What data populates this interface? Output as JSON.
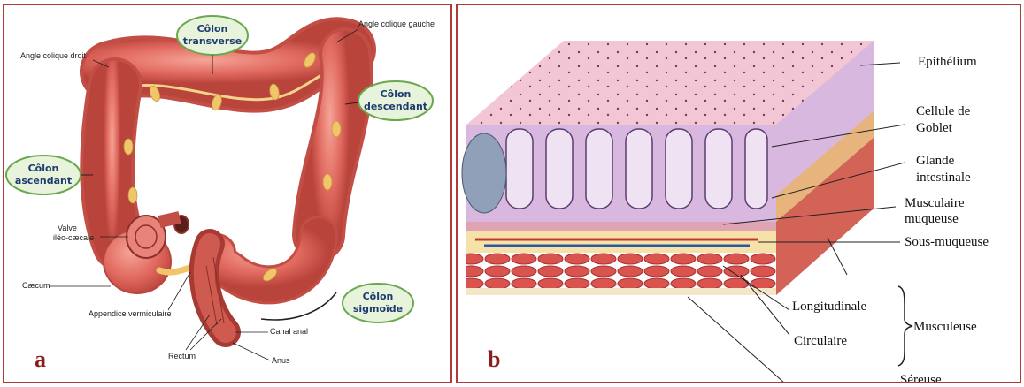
{
  "panel_a": {
    "letter": "a",
    "bubbles": {
      "transverse_1": "Côlon",
      "transverse_2": "transverse",
      "descendant_1": "Côlon",
      "descendant_2": "descendant",
      "ascendant_1": "Côlon",
      "ascendant_2": "ascendant",
      "sigmoide_1": "Côlon",
      "sigmoide_2": "sigmoïde"
    },
    "labels": {
      "angle_gauche": "Angle colique gauche",
      "angle_droit": "Angle colique droit",
      "valve_1": "Valve",
      "valve_2": "iléo-cæcale",
      "caecum": "Cæcum",
      "appendice": "Appendice vermiculaire",
      "canal_anal": "Canal anal",
      "rectum": "Rectum",
      "anus": "Anus"
    }
  },
  "panel_b": {
    "letter": "b",
    "labels": {
      "epithelium": "Epithélium",
      "goblet_1": "Cellule de",
      "goblet_2": "Goblet",
      "glande_1": "Glande",
      "glande_2": "intestinale",
      "musc_muq_1": "Musculaire",
      "musc_muq_2": "muqueuse",
      "sous_muqueuse": "Sous-muqueuse",
      "longitudinale": "Longitudinale",
      "circulaire": "Circulaire",
      "musculeuse": "Musculeuse",
      "sereuse": "Séreuse"
    }
  },
  "colors": {
    "border": "#b03a3a",
    "colon": "#e0685e",
    "bubble_fill": "#e8f3dc",
    "bubble_stroke": "#6aa84f",
    "panel_letter": "#8b1c1c"
  }
}
